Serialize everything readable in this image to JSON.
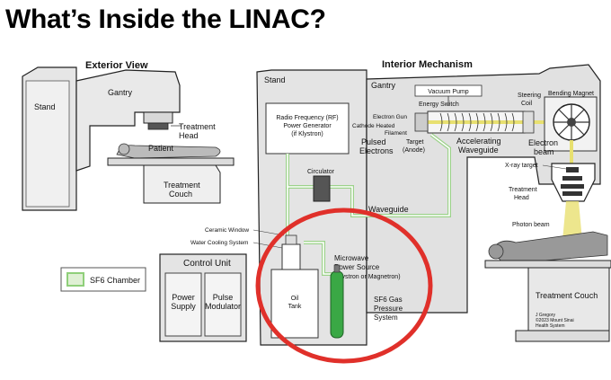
{
  "title": "What’s Inside the LINAC?",
  "exterior": {
    "heading": "Exterior View",
    "stand": "Stand",
    "gantry": "Gantry",
    "treatment_head_1": "Treatment",
    "treatment_head_2": "Head",
    "patient": "Patient",
    "treatment_couch_1": "Treatment",
    "treatment_couch_2": "Couch"
  },
  "legend": {
    "label": "SF6 Chamber",
    "color": "#c8e6b8"
  },
  "control_unit": {
    "heading": "Control Unit",
    "power_supply_1": "Power",
    "power_supply_2": "Supply",
    "pulse_modulator_1": "Pulse",
    "pulse_modulator_2": "Modulator"
  },
  "interior": {
    "heading": "Interior Mechanism",
    "stand": "Stand",
    "gantry": "Gantry",
    "rf_1": "Radio Frequency (RF)",
    "rf_2": "Power Generator",
    "rf_3": "(if Klystron)",
    "circulator": "Circulator",
    "waveguide": "Waveguide",
    "ceramic_window": "Ceramic Window",
    "water_cooling": "Water Cooling System",
    "microwave_1": "Microwave",
    "microwave_2": "Power Source",
    "microwave_3": "(Klystron or Magnetron)",
    "oil_tank_1": "Oil",
    "oil_tank_2": "Tank",
    "sf6_1": "SF6 Gas",
    "sf6_2": "Pressure",
    "sf6_3": "System",
    "vacuum_pump": "Vacuum Pump",
    "energy_switch": "Energy Switch",
    "electron_gun": "Electron Gun",
    "cathode_1": "Cathode Heated",
    "cathode_2": "Filament",
    "pulsed_1": "Pulsed",
    "pulsed_2": "Electrons",
    "target_1": "Target",
    "target_2": "(Anode)",
    "accel_1": "Accelerating",
    "accel_2": "Waveguide",
    "steering_1": "Steering",
    "steering_2": "Coil",
    "bending_magnet": "Bending Magnet",
    "electron_1": "Electron",
    "electron_2": "beam",
    "xray_target": "X-ray target",
    "treatment_head_1": "Treatment",
    "treatment_head_2": "Head",
    "photon_beam": "Photon beam",
    "treatment_couch": "Treatment Couch",
    "credit_1": "J Gregory",
    "credit_2": "©2023 Mount Sinai",
    "credit_3": "Health System"
  },
  "colors": {
    "highlight_circle": "#e0302a",
    "sf6_green": "#8fcf7a",
    "cylinder_green": "#3aa845",
    "beam_yellow": "#e8e070"
  }
}
